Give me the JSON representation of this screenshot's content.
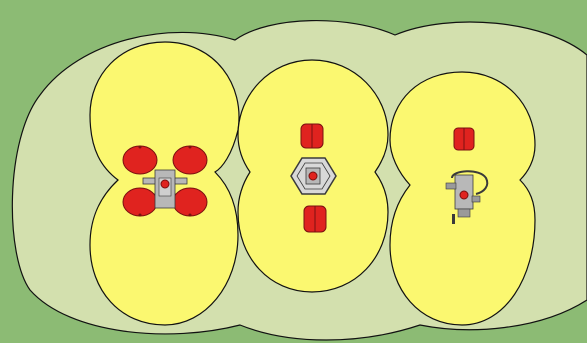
{
  "colors": {
    "background": "#8cbb74",
    "outer_zone": "#d3e0ae",
    "inner_zone": "#fbf870",
    "part": "#e0231f",
    "part_stroke": "#7a1010",
    "fixture": "#b8b8b8",
    "fixture_stroke": "#3a3a3a",
    "outline": "#111111"
  },
  "layouts": [
    {
      "id": "quad-gripper",
      "description_icon": "four-round-parts-icon"
    },
    {
      "id": "triple-gripper",
      "description_icon": "hex-fixture-icon"
    },
    {
      "id": "single-gripper",
      "description_icon": "tool-changer-icon"
    }
  ]
}
